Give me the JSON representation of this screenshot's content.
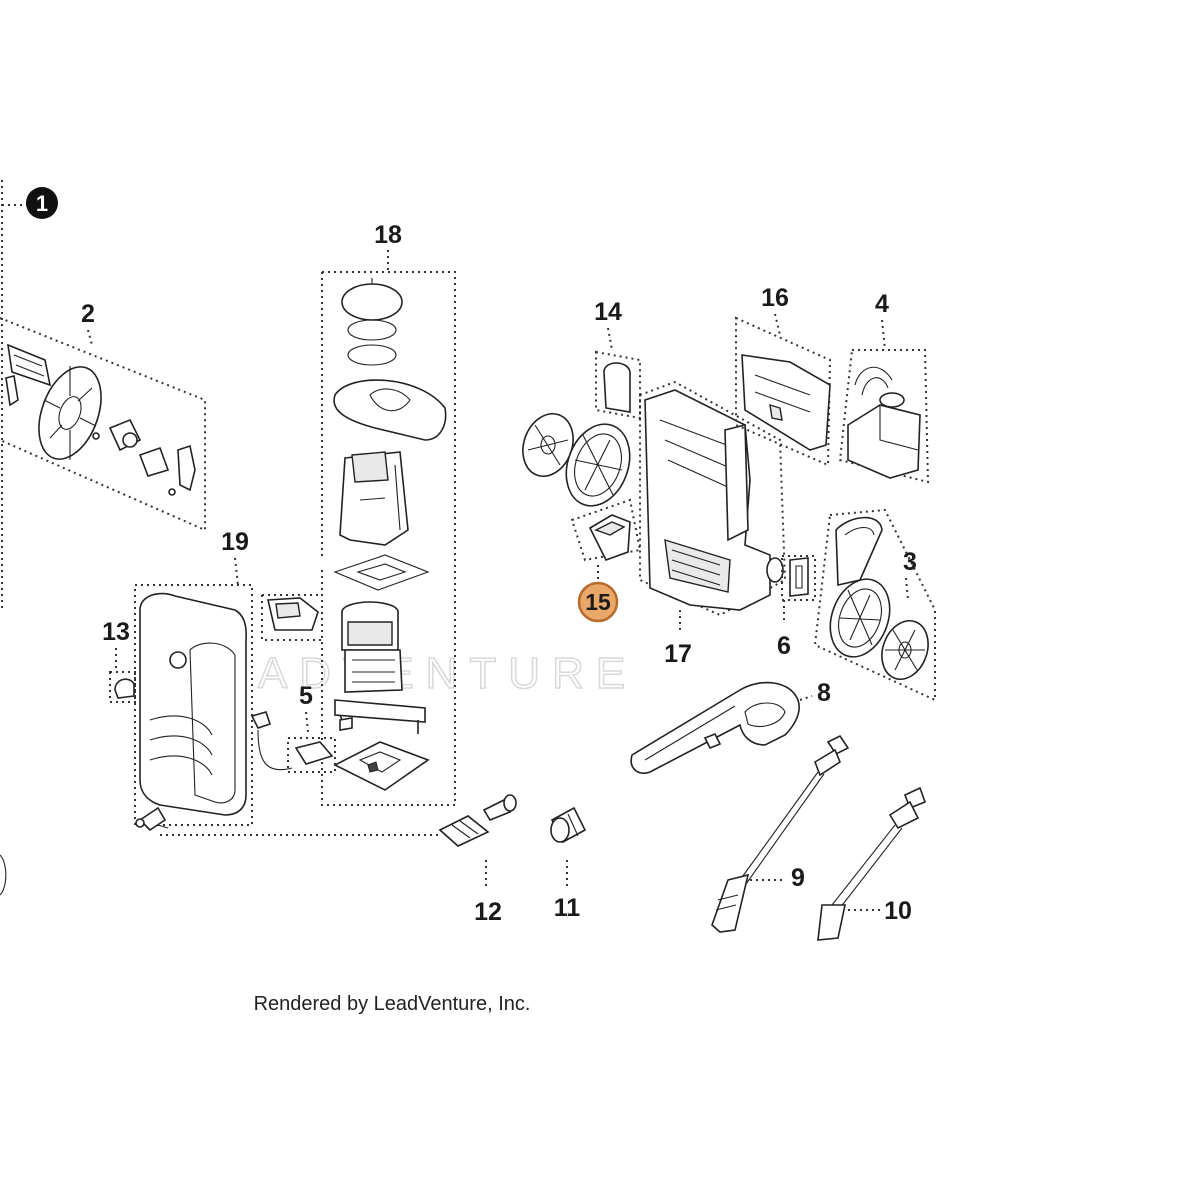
{
  "diagram": {
    "watermark": "LEADVENTURE",
    "footer": "Rendered by LeadVenture, Inc.",
    "highlight_color": "#e9a86a",
    "callouts": {
      "c1": "1",
      "c2": "2",
      "c3": "3",
      "c4": "4",
      "c5": "5",
      "c6": "6",
      "c8": "8",
      "c9": "9",
      "c10": "10",
      "c11": "11",
      "c12": "12",
      "c13": "13",
      "c14": "14",
      "c15": "15",
      "c16": "16",
      "c17": "17",
      "c18": "18",
      "c19": "19"
    }
  }
}
